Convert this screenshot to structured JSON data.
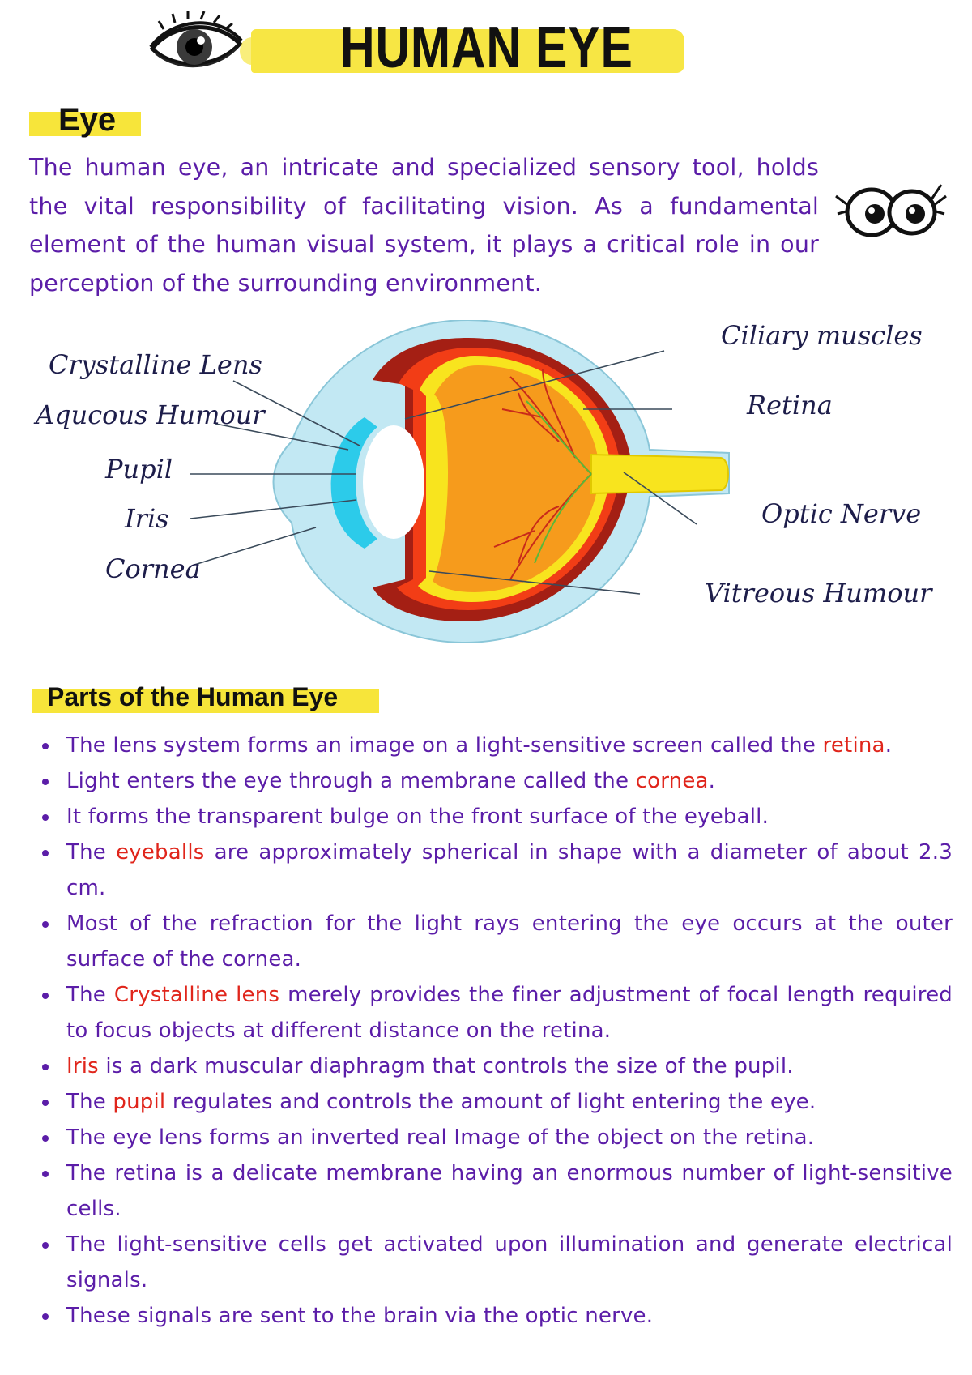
{
  "header": {
    "title": "HUMAN EYE"
  },
  "intro": {
    "heading": "Eye",
    "text": "The human eye, an intricate and specialized sensory tool, holds the vital responsibility of facilitating vision. As a fundamental element of the human visual system, it plays a critical role in our perception of the surrounding environment."
  },
  "diagram": {
    "labels": {
      "crystalline_lens": "Crystalline Lens",
      "aqueous_humour": "Aqucous Humour",
      "pupil": "Pupil",
      "iris": "Iris",
      "cornea": "Cornea",
      "ciliary_muscles": "Ciliary muscles",
      "retina": "Retina",
      "optic_nerve": "Optic Nerve",
      "vitreous_humour": "Vitreous Humour"
    },
    "colors": {
      "sclera_outline": "#bfe6f2",
      "cornea": "#28c6e8",
      "choroid": "#9b1b12",
      "retina_layer": "#f8e41e",
      "vitreous": "#f59a1c",
      "blood_vessels": "#c92a1a",
      "optic_nerve": "#f8e41e"
    }
  },
  "parts": {
    "heading": "Parts of the Human Eye",
    "items": [
      {
        "a": "The lens system forms an image on a light-sensitive screen called the ",
        "b": "retina",
        "c": "."
      },
      {
        "a": "Light enters the eye through a membrane called the ",
        "b": "cornea",
        "c": "."
      },
      {
        "a": "It forms the transparent bulge on the front surface of the eyeball.",
        "b": "",
        "c": ""
      },
      {
        "a": "The ",
        "b": "eyeballs",
        "c": " are approximately spherical in shape with a diameter of about 2.3 cm."
      },
      {
        "a": "Most of the refraction for the light rays entering the eye occurs at the outer surface of the cornea.",
        "b": "",
        "c": ""
      },
      {
        "a": "The ",
        "b": "Crystalline lens",
        "c": " merely provides the finer adjustment of focal length required to focus objects at different distance on the retina."
      },
      {
        "a": "",
        "b": "Iris",
        "c": " is a dark muscular diaphragm that controls the size of the pupil."
      },
      {
        "a": "The ",
        "b": "pupil",
        "c": " regulates and controls the amount of light entering the eye."
      },
      {
        "a": "The eye lens forms an inverted real Image of the object on the retina.",
        "b": "",
        "c": ""
      },
      {
        "a": "The retina is a delicate membrane having an enormous number of light-sensitive cells.",
        "b": "",
        "c": ""
      },
      {
        "a": "The light-sensitive cells get activated upon illumination and generate electrical signals.",
        "b": "",
        "c": ""
      },
      {
        "a": "These signals are sent to the brain via the optic nerve.",
        "b": "",
        "c": ""
      }
    ]
  }
}
